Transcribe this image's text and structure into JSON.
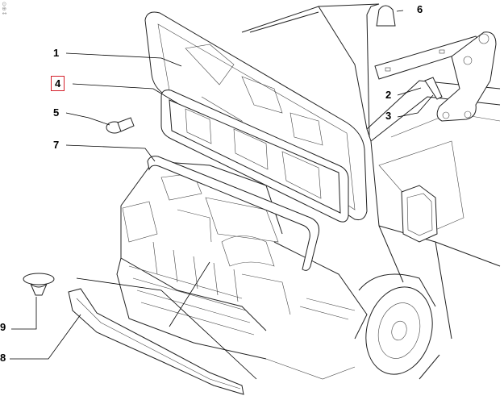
{
  "corner_marks": "⊙⊕↕",
  "callouts": [
    {
      "id": "1",
      "label": "1",
      "highlighted": false
    },
    {
      "id": "2",
      "label": "2",
      "highlighted": false
    },
    {
      "id": "3",
      "label": "3",
      "highlighted": false
    },
    {
      "id": "4",
      "label": "4",
      "highlighted": true
    },
    {
      "id": "5",
      "label": "5",
      "highlighted": false
    },
    {
      "id": "6",
      "label": "6",
      "highlighted": false
    },
    {
      "id": "7",
      "label": "7",
      "highlighted": false
    },
    {
      "id": "8",
      "label": "8",
      "highlighted": false
    },
    {
      "id": "9",
      "label": "9",
      "highlighted": false
    }
  ],
  "colors": {
    "highlight_border": "#d4202a",
    "line": "#222222"
  }
}
